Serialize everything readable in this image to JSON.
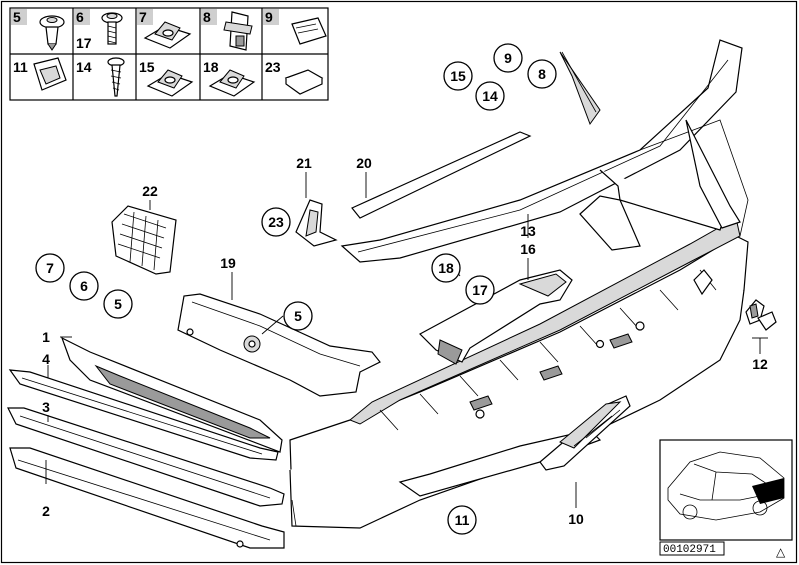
{
  "header_cells": {
    "row1": [
      "5",
      "6",
      "7",
      "8",
      "9"
    ],
    "row1_sub": [
      "17"
    ],
    "row2": [
      "11",
      "14",
      "15",
      "18",
      "23"
    ]
  },
  "callouts": {
    "p9": "9",
    "p8": "8",
    "p15": "15",
    "p14": "14",
    "p21": "21",
    "p20": "20",
    "p22": "22",
    "p23": "23",
    "p13": "13",
    "p16": "16",
    "p18": "18",
    "p17": "17",
    "p19": "19",
    "p5a": "5",
    "p7": "7",
    "p6": "6",
    "p5b": "5",
    "p1": "1",
    "p4": "4",
    "p3": "3",
    "p2": "2",
    "p12": "12",
    "p11": "11",
    "p10": "10"
  },
  "reference_number": "00102971",
  "warning_symbol": "△"
}
